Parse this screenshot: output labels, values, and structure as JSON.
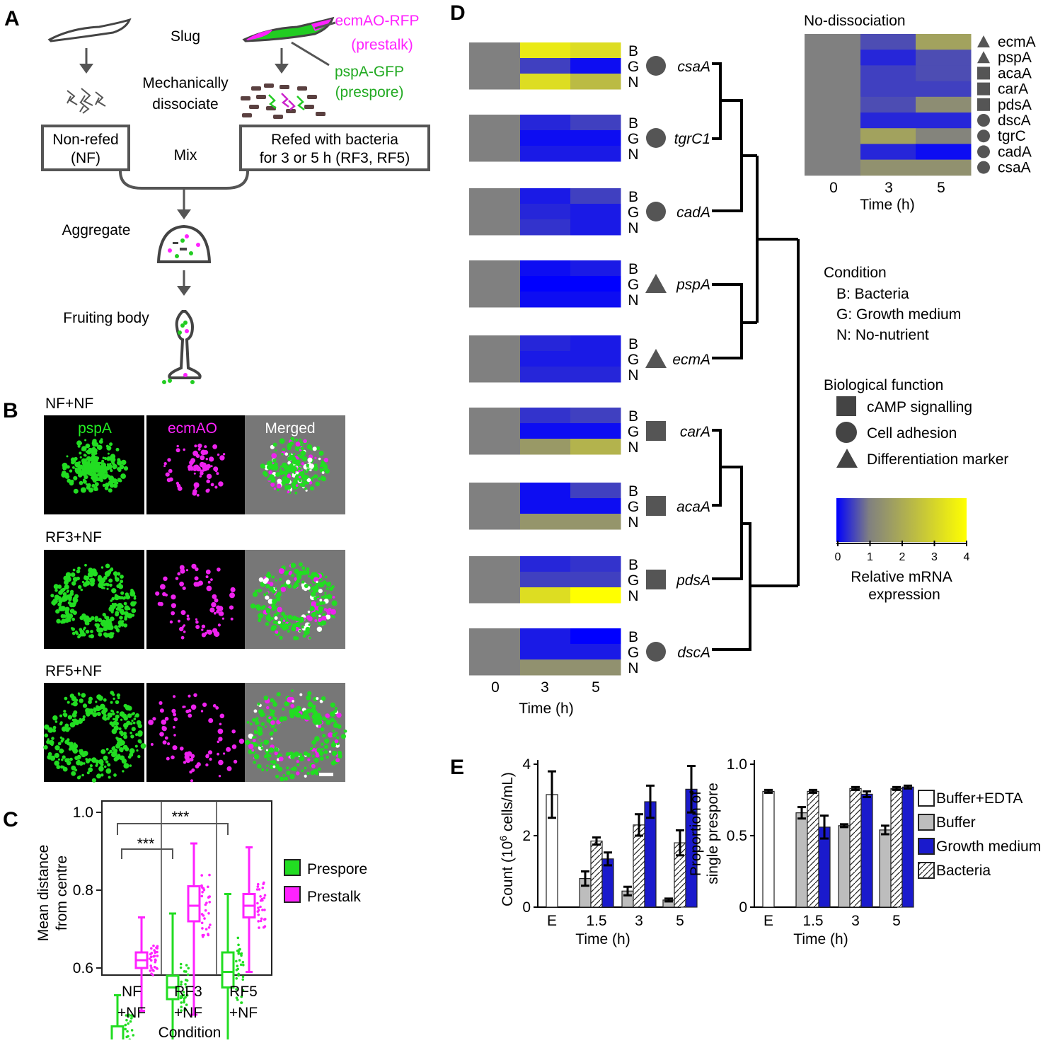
{
  "colors": {
    "prespore": "#22dd22",
    "prestalk": "#ff22ff",
    "growth_medium": "#1a1acc",
    "buffer": "#bdbdbd",
    "gray_cell": "#808080",
    "line": "#555555"
  },
  "panelA": {
    "label": "A",
    "slug": "Slug",
    "mech1": "Mechanically",
    "mech2": "dissociate",
    "ecm1": "ecmAO-RFP",
    "ecm2": "(prestalk)",
    "psp1": "pspA-GFP",
    "psp2": "(prespore)",
    "nf1": "Non-refed",
    "nf2": "(NF)",
    "mix": "Mix",
    "rf1": "Refed with bacteria",
    "rf2": "for 3 or 5 h (RF3, RF5)",
    "aggregate": "Aggregate",
    "fruiting": "Fruiting body"
  },
  "panelB": {
    "label": "B",
    "rows": [
      "NF+NF",
      "RF3+NF",
      "RF5+NF"
    ],
    "channels": [
      "pspA",
      "ecmAO",
      "Merged"
    ]
  },
  "panelC": {
    "label": "C",
    "ylabel1": "Mean distance",
    "ylabel2": "from centre",
    "xlabel": "Condition",
    "cond_top": [
      "NF",
      "RF3",
      "RF5"
    ],
    "cond_bot": [
      "+NF",
      "+NF",
      "+NF"
    ],
    "yticks": [
      "1.0",
      "0.8",
      "0.6"
    ],
    "sig": [
      "***",
      "***"
    ],
    "legend": [
      "Prespore",
      "Prestalk"
    ]
  },
  "chart_data": [
    {
      "type": "heatmap",
      "title": "",
      "x": [
        "0",
        "3",
        "5"
      ],
      "xlabel": "Time (h)",
      "rows": [
        "B",
        "G",
        "N"
      ],
      "genes": [
        {
          "name": "csaA",
          "function": "Cell adhesion",
          "values": [
            [
              1,
              3.5,
              3.2
            ],
            [
              1,
              0.5,
              0.1
            ],
            [
              1,
              3.2,
              2.4
            ]
          ]
        },
        {
          "name": "tgrC1",
          "function": "Cell adhesion",
          "values": [
            [
              1,
              0.3,
              0.5
            ],
            [
              1,
              0.1,
              0.1
            ],
            [
              1,
              0.2,
              0.2
            ]
          ]
        },
        {
          "name": "cadA",
          "function": "Cell adhesion",
          "values": [
            [
              1,
              0.2,
              0.5
            ],
            [
              1,
              0.3,
              0.2
            ],
            [
              1,
              0.4,
              0.2
            ]
          ]
        },
        {
          "name": "pspA",
          "function": "Differentiation marker",
          "values": [
            [
              1,
              0.1,
              0.2
            ],
            [
              1,
              0.0,
              0.0
            ],
            [
              1,
              0.1,
              0.1
            ]
          ]
        },
        {
          "name": "ecmA",
          "function": "Differentiation marker",
          "values": [
            [
              1,
              0.3,
              0.2
            ],
            [
              1,
              0.2,
              0.2
            ],
            [
              1,
              0.3,
              0.3
            ]
          ]
        },
        {
          "name": "carA",
          "function": "cAMP signalling",
          "values": [
            [
              1,
              0.4,
              0.5
            ],
            [
              1,
              0.1,
              0.1
            ],
            [
              1,
              1.6,
              2.2
            ]
          ]
        },
        {
          "name": "acaA",
          "function": "cAMP signalling",
          "values": [
            [
              1,
              0.1,
              0.5
            ],
            [
              1,
              0.1,
              0.1
            ],
            [
              1,
              1.5,
              1.5
            ]
          ]
        },
        {
          "name": "pdsA",
          "function": "cAMP signalling",
          "values": [
            [
              1,
              0.3,
              0.4
            ],
            [
              1,
              0.5,
              0.5
            ],
            [
              1,
              3.2,
              4.0
            ]
          ]
        },
        {
          "name": "dscA",
          "function": "Cell adhesion",
          "values": [
            [
              1,
              0.2,
              0.0
            ],
            [
              1,
              0.2,
              0.2
            ],
            [
              1,
              1.4,
              1.4
            ]
          ]
        }
      ]
    },
    {
      "type": "heatmap",
      "title": "No-dissociation",
      "x": [
        "0",
        "3",
        "5"
      ],
      "xlabel": "Time (h)",
      "genes": [
        {
          "name": "ecmA",
          "values": [
            1,
            0.6,
            1.8
          ]
        },
        {
          "name": "pspA",
          "values": [
            1,
            0.3,
            0.6
          ]
        },
        {
          "name": "acaA",
          "values": [
            1,
            0.5,
            0.6
          ]
        },
        {
          "name": "carA",
          "values": [
            1,
            0.5,
            0.5
          ]
        },
        {
          "name": "pdsA",
          "values": [
            1,
            0.6,
            1.3
          ]
        },
        {
          "name": "dscA",
          "values": [
            1,
            0.3,
            0.3
          ]
        },
        {
          "name": "tgrC",
          "values": [
            1,
            1.8,
            1.1
          ]
        },
        {
          "name": "cadA",
          "values": [
            1,
            0.3,
            0.1
          ]
        },
        {
          "name": "csaA",
          "values": [
            1,
            1.4,
            1.4
          ]
        }
      ]
    },
    {
      "type": "bar",
      "categories": [
        "E",
        "1.5",
        "3",
        "5"
      ],
      "xlabel": "Time (h)",
      "ylabel": "Count (10⁶ cells/mL)",
      "ylim": [
        0,
        4
      ],
      "yticks": [
        0,
        2,
        4
      ],
      "series": [
        {
          "name": "Buffer+EDTA",
          "values": [
            3.15,
            null,
            null,
            null
          ],
          "err": [
            0.65,
            null,
            null,
            null
          ]
        },
        {
          "name": "Buffer",
          "values": [
            null,
            0.8,
            0.45,
            0.2
          ],
          "err": [
            null,
            0.2,
            0.12,
            0.04
          ]
        },
        {
          "name": "Bacteria",
          "values": [
            null,
            1.85,
            2.3,
            1.8
          ],
          "err": [
            null,
            0.1,
            0.3,
            0.35
          ]
        },
        {
          "name": "Growth medium",
          "values": [
            null,
            1.35,
            2.95,
            3.3
          ],
          "err": [
            null,
            0.18,
            0.45,
            0.65
          ]
        }
      ]
    },
    {
      "type": "bar",
      "categories": [
        "E",
        "1.5",
        "3",
        "5"
      ],
      "xlabel": "Time (h)",
      "ylabel": "Proportion of single prespore",
      "ylim": [
        0,
        1
      ],
      "yticks": [
        0,
        0.5,
        1.0
      ],
      "series": [
        {
          "name": "Buffer+EDTA",
          "values": [
            0.81,
            null,
            null,
            null
          ],
          "err": [
            0.01,
            null,
            null,
            null
          ]
        },
        {
          "name": "Buffer",
          "values": [
            null,
            0.66,
            0.57,
            0.54
          ],
          "err": [
            null,
            0.04,
            0.01,
            0.03
          ]
        },
        {
          "name": "Bacteria",
          "values": [
            null,
            0.81,
            0.83,
            0.83
          ],
          "err": [
            null,
            0.01,
            0.01,
            0.01
          ]
        },
        {
          "name": "Growth medium",
          "values": [
            null,
            0.56,
            0.79,
            0.84
          ],
          "err": [
            null,
            0.08,
            0.02,
            0.01
          ]
        }
      ]
    }
  ],
  "panelD": {
    "label": "D",
    "condition_title": "Condition",
    "conditions": [
      "B: Bacteria",
      "G: Growth medium",
      "N: No-nutrient"
    ],
    "function_title": "Biological function",
    "functions": [
      "cAMP signalling",
      "Cell adhesion",
      "Differentiation marker"
    ],
    "colorbar_ticks": [
      "0",
      "1",
      "2",
      "3",
      "4"
    ],
    "colorbar_label1": "Relative mRNA",
    "colorbar_label2": "expression"
  },
  "panelE": {
    "label": "E",
    "ylabel_left": "Count (10",
    "ylabel_sup": "6",
    "ylabel_rest": " cells/mL)",
    "ylabel_right1": "Proportion of",
    "ylabel_right2": "single prespore",
    "yticks_left": [
      "0",
      "2",
      "4"
    ],
    "yticks_right": [
      "0",
      "0.5",
      "1.0"
    ],
    "xticks": [
      "E",
      "1.5",
      "3",
      "5"
    ],
    "xlabel": "Time (h)",
    "legend": [
      "Buffer+EDTA",
      "Buffer",
      "Growth medium",
      "Bacteria"
    ]
  }
}
